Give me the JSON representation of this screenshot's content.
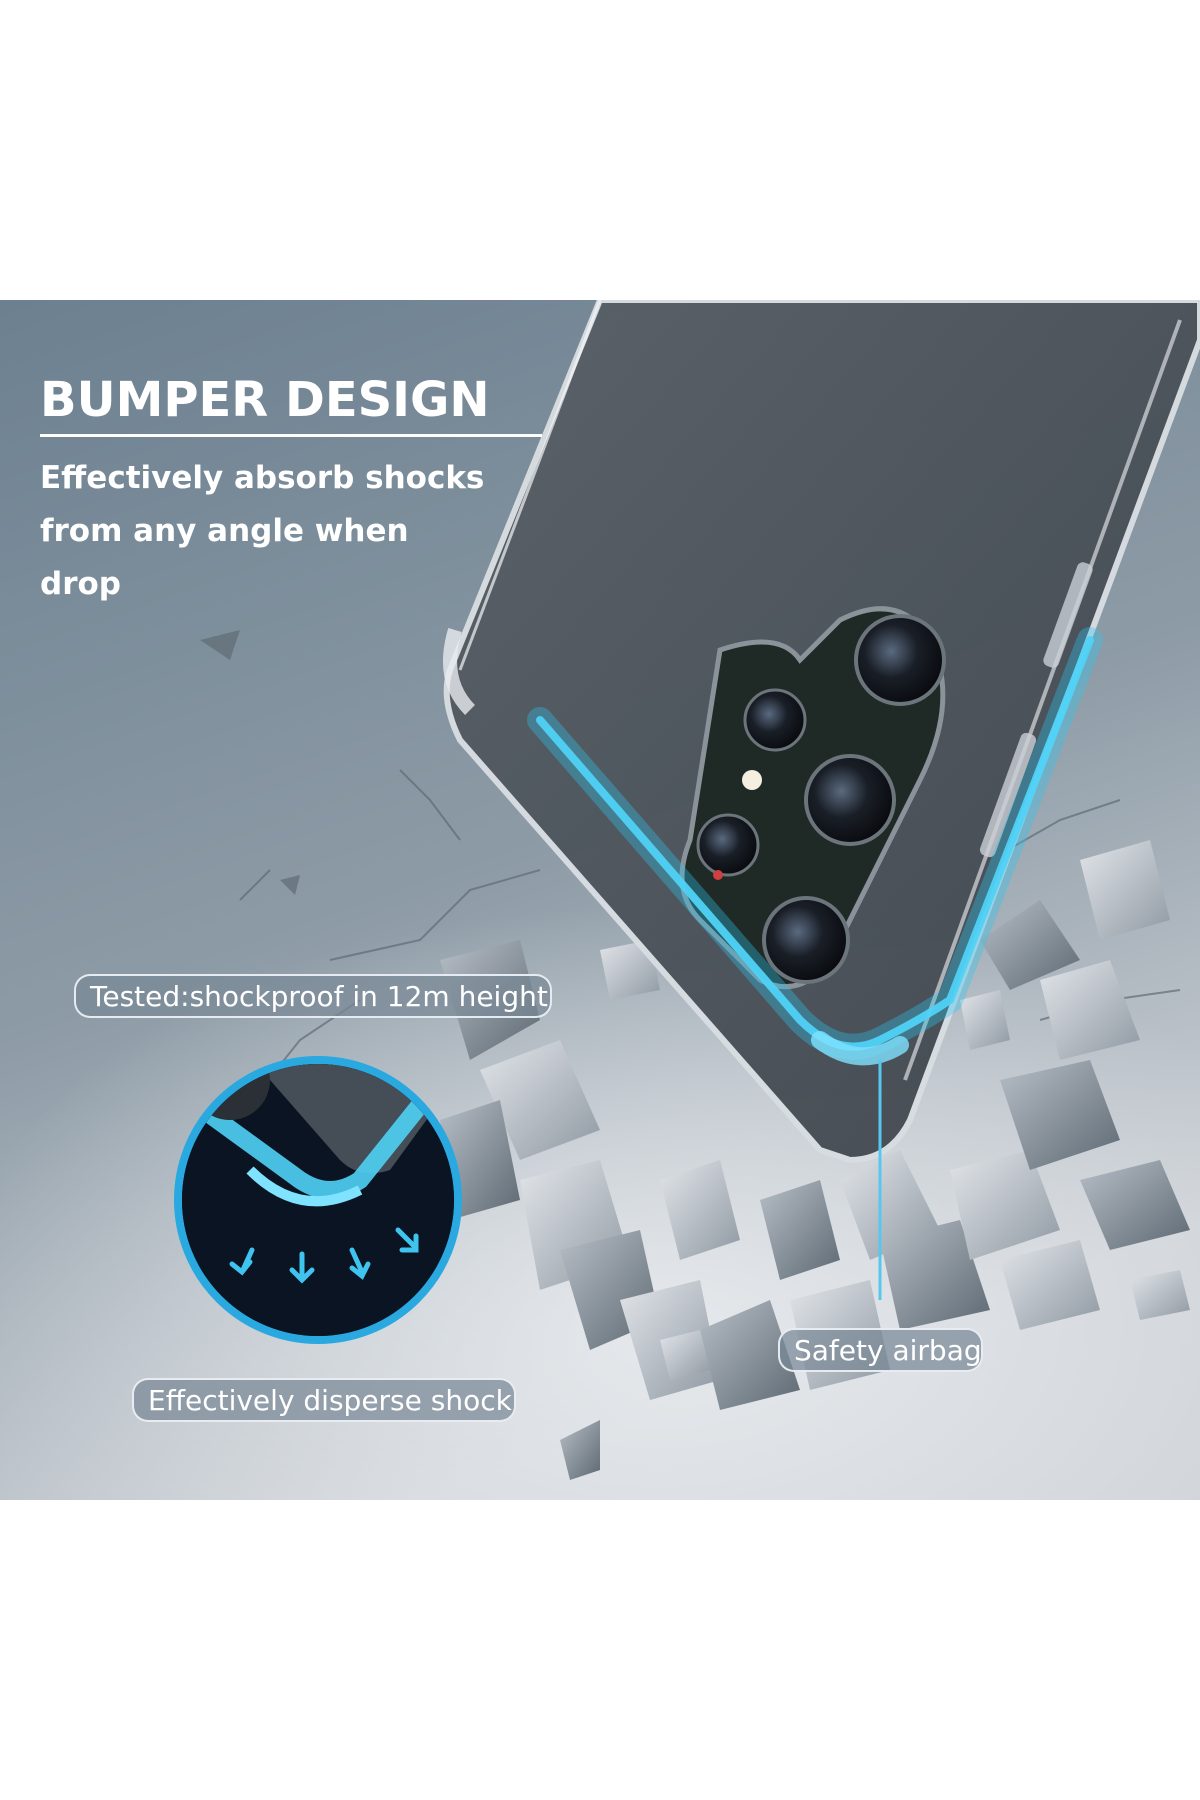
{
  "headline": {
    "title": "BUMPER DESIGN",
    "subtitle": "Effectively absorb shocks from any angle when drop"
  },
  "callouts": {
    "tested": "Tested:shockproof in 12m height",
    "disperse": "Effectively disperse shock",
    "airbag": "Safety airbag"
  },
  "colors": {
    "background_top": "#6f8494",
    "background_bottom": "#c7ccd2",
    "accent_glow": "#2fc6f0",
    "phone_body": "#5b636b"
  },
  "icons": {
    "shock_arrows": "arrow-down-icon"
  }
}
